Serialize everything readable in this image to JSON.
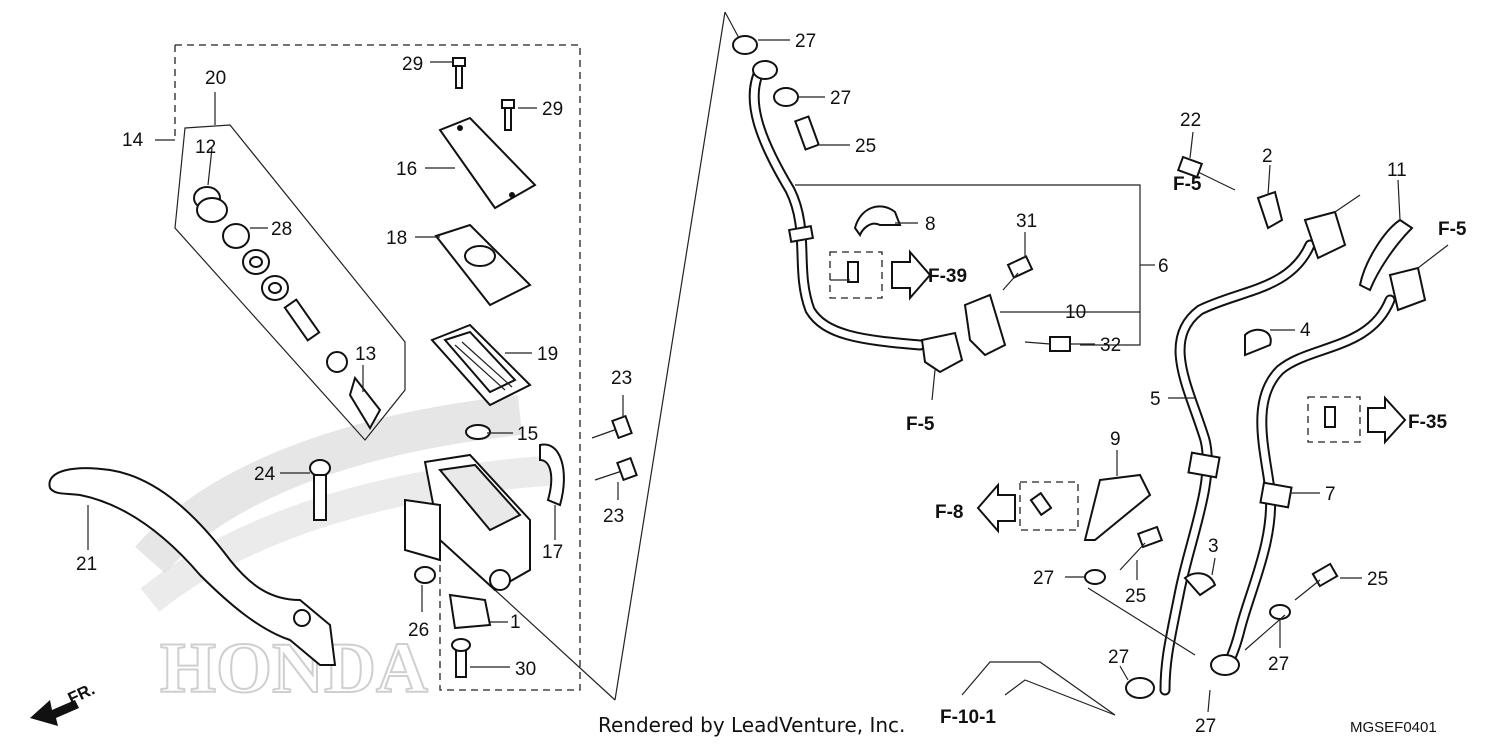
{
  "diagram": {
    "footer": "Rendered by LeadVenture, Inc.",
    "code": "MGSEF0401",
    "direction": "FR.",
    "watermark": "HONDA",
    "parts": [
      "1",
      "2",
      "3",
      "4",
      "5",
      "6",
      "7",
      "8",
      "9",
      "10",
      "11",
      "12",
      "13",
      "14",
      "15",
      "16",
      "17",
      "18",
      "19",
      "20",
      "21",
      "22",
      "23",
      "24",
      "25",
      "26",
      "27",
      "28",
      "29",
      "30",
      "31",
      "32"
    ],
    "refs": {
      "f5": "F-5",
      "f8": "F-8",
      "f35": "F-35",
      "f39": "F-39",
      "f101": "F-10-1"
    }
  }
}
